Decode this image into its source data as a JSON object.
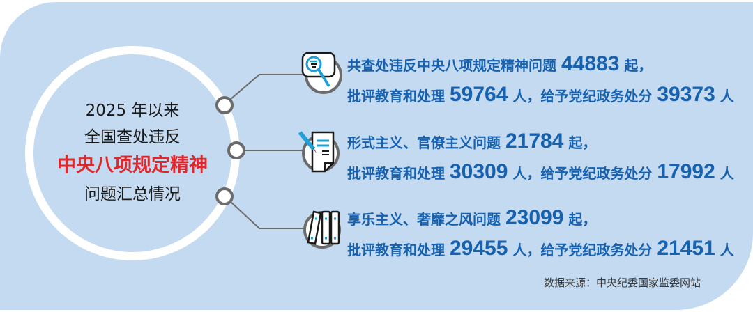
{
  "center": {
    "line1": "2025 年以来",
    "line2": "全国查处违反",
    "highlight": "中央八项规定精神",
    "line4": "问题汇总情况"
  },
  "items": [
    {
      "icon": "magnifier-icon",
      "line1_prefix": "共查处违反中央八项规定精神问题",
      "cases": "44883",
      "line1_suffix": "起，",
      "line2_prefix": "批评教育和处理",
      "handled": "59764",
      "line2_mid": "人，给予党纪政务处分",
      "punished": "39373",
      "line2_suffix": "人"
    },
    {
      "icon": "document-pen-icon",
      "line1_prefix": "形式主义、官僚主义问题",
      "cases": "21784",
      "line1_suffix": "起，",
      "line2_prefix": "批评教育和处理",
      "handled": "30309",
      "line2_mid": "人，给予党纪政务处分",
      "punished": "17992",
      "line2_suffix": "人"
    },
    {
      "icon": "binders-icon",
      "line1_prefix": "享乐主义、奢靡之风问题",
      "cases": "23099",
      "line1_suffix": "起，",
      "line2_prefix": "批评教育和处理",
      "handled": "29455",
      "line2_mid": "人，给予党纪政务处分",
      "punished": "21451",
      "line2_suffix": "人"
    }
  ],
  "source": "数据来源：中央纪委国家监委网站",
  "colors": {
    "background": "#c3daf0",
    "text_blue": "#1661b0",
    "highlight_red": "#e0282c",
    "icon_accent": "#1ea0d8",
    "connector": "#6b6b6b"
  }
}
